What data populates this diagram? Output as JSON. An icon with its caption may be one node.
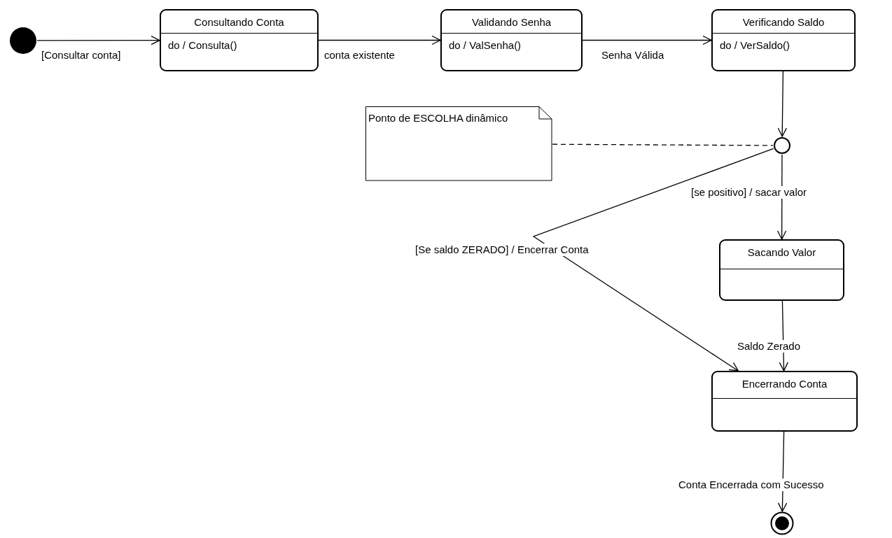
{
  "diagram": {
    "nodes": [
      {
        "text": [],
        "shape": "dot"
      },
      {
        "text": [
          "Consultando Conta",
          "do / Consulta()"
        ]
      },
      {
        "text": [
          "Validando Senha",
          "do / ValSenha()"
        ]
      },
      {
        "text": [
          "Verificando Saldo",
          "do / VerSaldo()"
        ]
      },
      {
        "text": [
          "Ponto de ESCOLHA dinâmico"
        ]
      },
      {
        "text": [],
        "shape": "circle"
      },
      {
        "text": [
          "Sacando Valor"
        ]
      },
      {
        "text": [
          "Encerrando Conta"
        ]
      },
      {
        "text": [],
        "shape": "bullseye"
      }
    ],
    "edges": [
      {
        "from": 0,
        "to": 1,
        "arrow": "to",
        "label": "[Consultar conta]"
      },
      {
        "from": 1,
        "to": 2,
        "arrow": "to",
        "label": "conta existente"
      },
      {
        "from": 2,
        "to": 3,
        "arrow": "to",
        "label": "Senha Válida"
      },
      {
        "from": 3,
        "to": 5,
        "arrow": "to"
      },
      {
        "from": 4,
        "to": 5,
        "arrow": "none",
        "style": "dashed"
      },
      {
        "from": 5,
        "to": 6,
        "arrow": "to",
        "label": "[se positivo] / sacar valor"
      },
      {
        "from": 5,
        "to": 7,
        "arrow": "to",
        "label": "[Se saldo ZERADO] / Encerrar Conta"
      },
      {
        "from": 6,
        "to": 7,
        "arrow": "to",
        "label": "Saldo Zerado"
      },
      {
        "from": 7,
        "to": 8,
        "arrow": "to",
        "label": "Conta Encerrada com Sucesso"
      }
    ]
  }
}
